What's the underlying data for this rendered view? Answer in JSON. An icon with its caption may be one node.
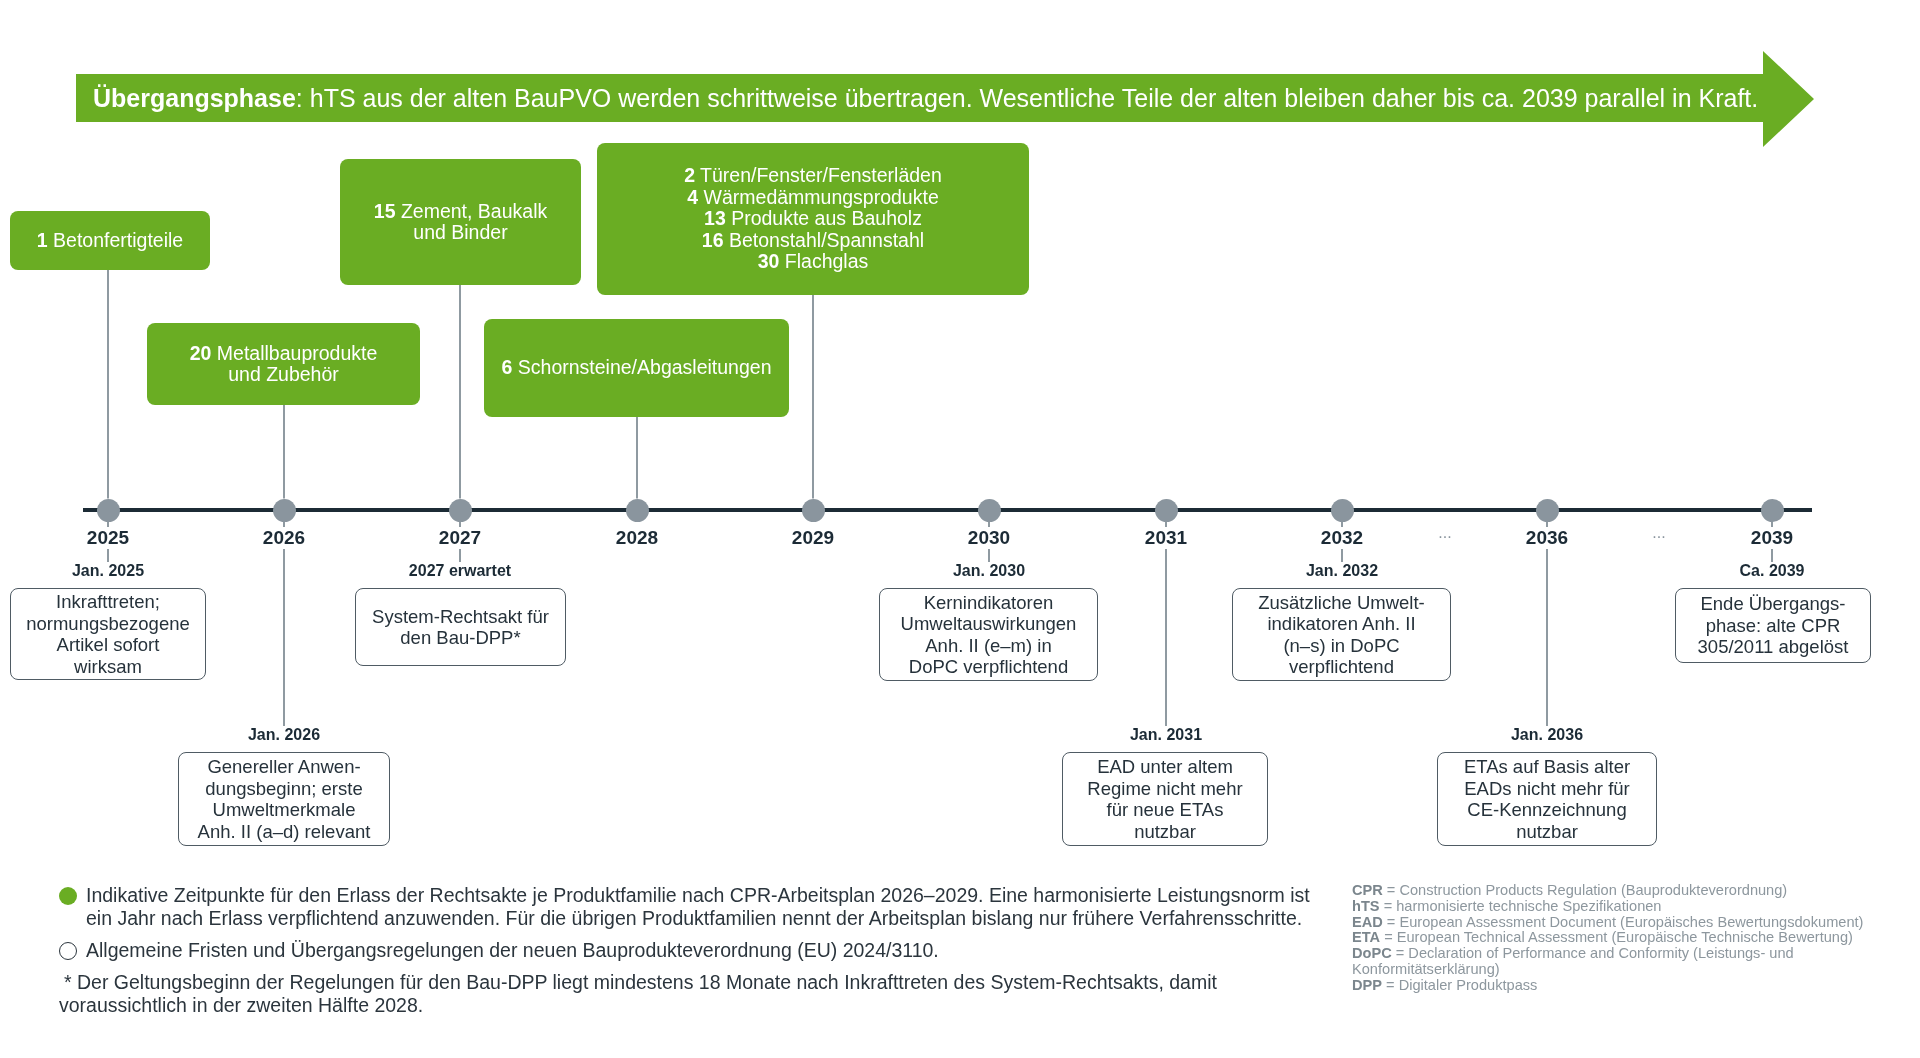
{
  "diagram": {
    "nodes": [
      {
        "text": [
          "**Übergangsphase**: hTS aus der alten BauPVO werden schrittweise übertragen. Wesentliche Teile der alten bleiben daher bis ca. 2039 parallel in Kraft."
        ]
      },
      {
        "text": [
          "**1** Betonfertigteile"
        ]
      },
      {
        "text": [
          "**20** Metallbauprodukte und Zubehör"
        ]
      },
      {
        "text": [
          "**15** Zement, Baukalk und Binder"
        ]
      },
      {
        "text": [
          "**6** Schornsteine/Abgasleitungen"
        ]
      },
      {
        "text": [
          "**2** Türen/Fenster/Fensterläden",
          "**4** Wärmedämmungsprodukte",
          "**13** Produkte aus Bauholz",
          "**16** Betonstahl/Spannstahl",
          "**30** Flachglas"
        ]
      },
      {
        "text": [],
        "shape": "circle",
        "beside": [
          "2025"
        ]
      },
      {
        "text": [],
        "shape": "circle",
        "beside": [
          "2026"
        ]
      },
      {
        "text": [],
        "shape": "circle",
        "beside": [
          "2027"
        ]
      },
      {
        "text": [],
        "shape": "circle",
        "beside": [
          "2028"
        ]
      },
      {
        "text": [],
        "shape": "circle",
        "beside": [
          "2029"
        ]
      },
      {
        "text": [],
        "shape": "circle",
        "beside": [
          "2030"
        ]
      },
      {
        "text": [],
        "shape": "circle",
        "beside": [
          "2031"
        ]
      },
      {
        "text": [],
        "shape": "circle",
        "beside": [
          "2032"
        ]
      },
      {
        "text": [],
        "shape": "circle",
        "beside": [
          "2036"
        ]
      },
      {
        "text": [],
        "shape": "circle",
        "beside": [
          "2039"
        ]
      },
      {
        "text": [
          "Jan. 2025"
        ]
      },
      {
        "text": [
          "Inkrafttreten; normungsbezogene Artikel sofort wirksam"
        ]
      },
      {
        "text": [
          "Jan. 2026"
        ]
      },
      {
        "text": [
          "Genereller Anwen- dungsbeginn; erste Umweltmerkmale Anh. II (a–d) relevant"
        ]
      },
      {
        "text": [
          "2027 erwartet"
        ]
      },
      {
        "text": [
          "System-Rechtsakt für den Bau-DPP*"
        ]
      },
      {
        "text": [
          "Jan. 2030"
        ]
      },
      {
        "text": [
          "Kernindikatoren Umweltauswirkungen Anh. II (e–m) in DoPC verpflichtend"
        ]
      },
      {
        "text": [
          "Jan. 2031"
        ]
      },
      {
        "text": [
          "EAD unter altem Regime nicht mehr für neue ETAs nutzbar"
        ]
      },
      {
        "text": [
          "Jan. 2032"
        ]
      },
      {
        "text": [
          "Zusätzliche Umwelt- indikatoren Anh. II (n–s) in DoPC verpflichtend"
        ]
      },
      {
        "text": [
          "Jan. 2036"
        ]
      },
      {
        "text": [
          "ETAs auf Basis alter EADs nicht mehr für CE-Kennzeichnung nutzbar"
        ]
      },
      {
        "text": [
          "Ca. 2039"
        ]
      },
      {
        "text": [
          "Ende Übergangs- phase: alte CPR 305/2011 abgelöst"
        ]
      }
    ],
    "edges": [
      {
        "from": 1,
        "to": 6,
        "arrow": "none"
      },
      {
        "from": 2,
        "to": 7,
        "arrow": "none"
      },
      {
        "from": 3,
        "to": 8,
        "arrow": "none"
      },
      {
        "from": 4,
        "to": 9,
        "arrow": "none"
      },
      {
        "from": 5,
        "to": 10,
        "arrow": "none"
      },
      {
        "from": 6,
        "to": 16,
        "arrow": "none"
      },
      {
        "from": 7,
        "to": 18,
        "arrow": "none"
      },
      {
        "from": 8,
        "to": 20,
        "arrow": "none"
      },
      {
        "from": 11,
        "to": 22,
        "arrow": "none"
      },
      {
        "from": 12,
        "to": 24,
        "arrow": "none"
      },
      {
        "from": 13,
        "to": 26,
        "arrow": "none"
      },
      {
        "from": 14,
        "to": 28,
        "arrow": "none"
      },
      {
        "from": 15,
        "to": 30,
        "arrow": "none"
      }
    ],
    "labels": [
      "...",
      "...",
      "* Der Geltungsbeginn der Regelungen für den Bau-DPP liegt mindestens 18 Monate nach Inkrafttreten des System-Rechtsakts, damit voraussichtlich in der zweiten Hälfte 2028.",
      "**CPR** = Construction Products Regulation (Bauprodukteverordnung)",
      "**hTS** = harmonisierte technische Spezifikationen",
      "**EAD** = European Assessment Document (Europäisches Bewertungsdokument)",
      "**ETA** = European Technical Assessment (Europäische Technische Bewertung)",
      "**DoPC** = Declaration of Performance and Conformity (Leistungs- und Konformitätserklärung)",
      "**DPP** = Digitaler Produktpass"
    ],
    "legend": [
      {
        "text": "Indikative Zeitpunkte für den Erlass der Rechtsakte je Produktfamilie nach CPR-Arbeitsplan 2026–2029. Eine harmonisierte Leistungsnorm ist ein Jahr nach Erlass verpflichtend anzuwenden. Für die übrigen Produktfamilien nennt der Arbeitsplan bislang nur frühere Verfahrensschritte.",
        "color": "#6aad23"
      },
      {
        "text": "Allgemeine Fristen und Übergangsregelungen der neuen Bauprodukteverordnung (EU) 2024/3110."
      }
    ]
  }
}
